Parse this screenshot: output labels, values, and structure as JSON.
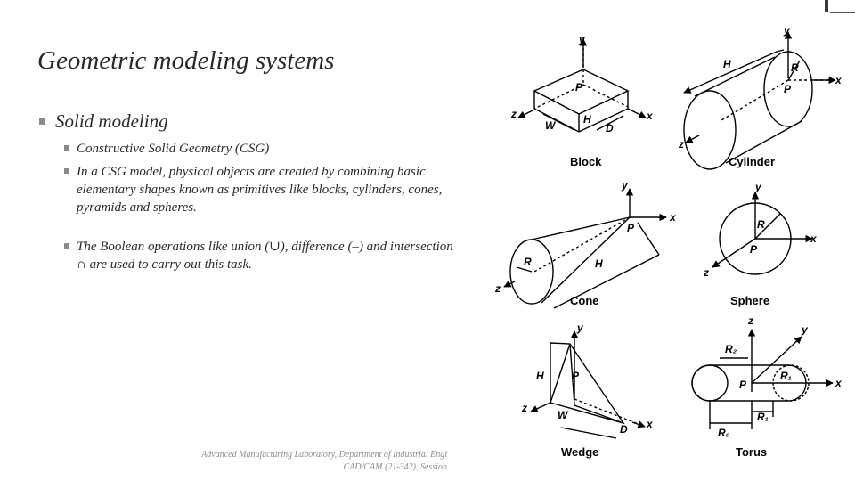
{
  "slide": {
    "title": "Geometric modeling systems",
    "bullets": {
      "main": "Solid modeling",
      "sub1": "Constructive Solid Geometry (CSG)",
      "sub2": "In a CSG model, physical objects are created by combining basic elementary shapes known as primitives like blocks, cylinders, cones, pyramids and spheres.",
      "sub3": "The Boolean operations like union (∪), difference (–) and intersection ∩ are used to carry out this task."
    },
    "footer": {
      "line1": "Advanced Manufacturing Laboratory, Department of Industrial Engi",
      "line2": "CAD/CAM (21-342), Session"
    }
  },
  "figure": {
    "captions": {
      "block": "Block",
      "cylinder": "Cylinder",
      "cone": "Cone",
      "sphere": "Sphere",
      "wedge": "Wedge",
      "torus": "Torus"
    },
    "axes": {
      "x": "x",
      "y": "y",
      "z": "z"
    },
    "dims": {
      "P": "P",
      "W": "W",
      "H": "H",
      "D": "D",
      "R": "R",
      "R0": "R₀",
      "R1": "R₁",
      "R2": "R₂"
    }
  }
}
